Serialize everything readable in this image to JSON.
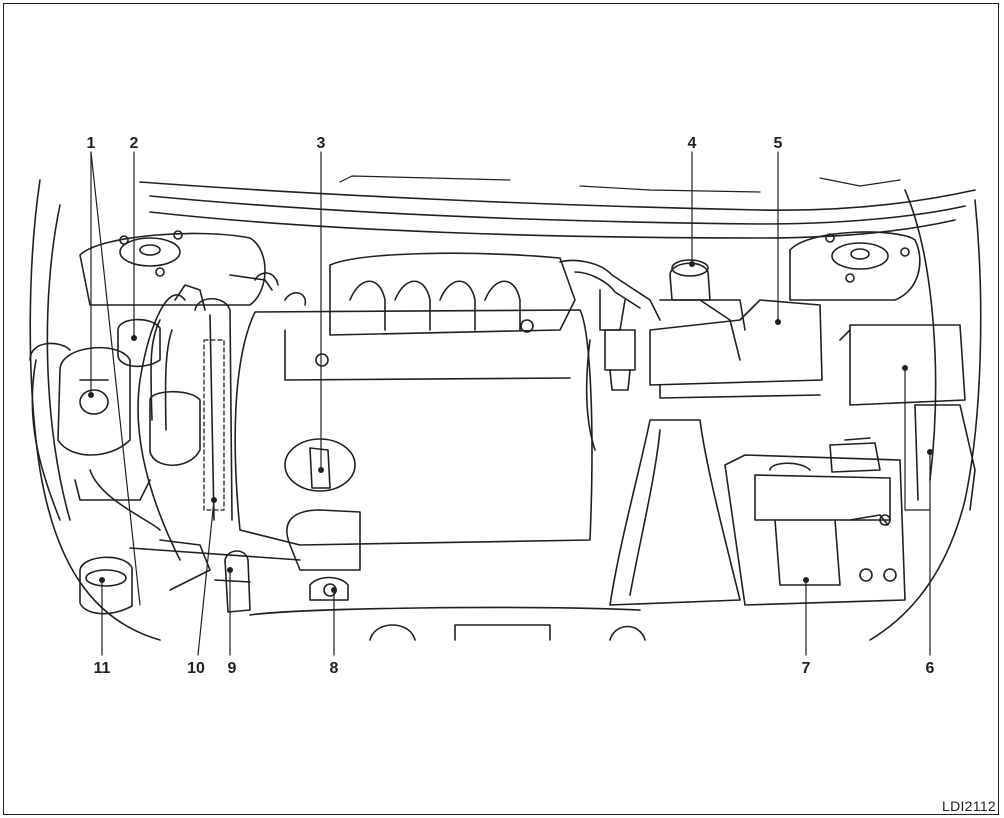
{
  "figure": {
    "callouts": [
      "1",
      "2",
      "3",
      "4",
      "5",
      "6",
      "7",
      "8",
      "9",
      "10",
      "11"
    ],
    "figure_code": "LDI2112"
  }
}
